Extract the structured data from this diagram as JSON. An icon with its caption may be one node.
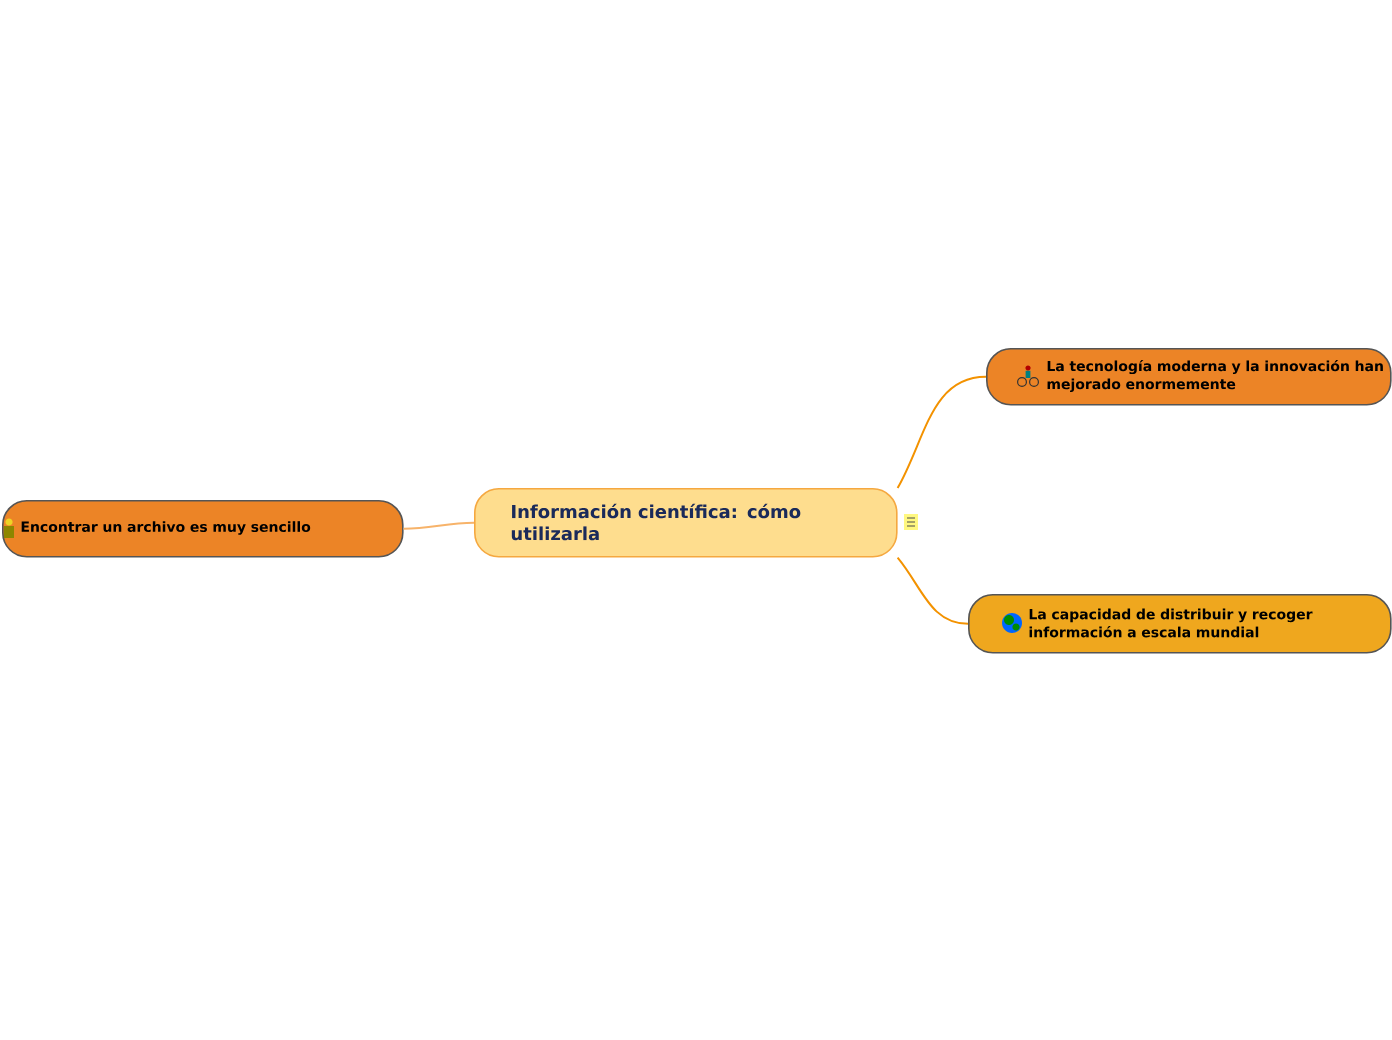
{
  "diagram": {
    "nodes": [
      {
        "text": [
          "Información científica: cómo utilizarla"
        ]
      },
      {
        "text": [
          "La tecnología moderna y la innovación han mejorado enormemente"
        ]
      },
      {
        "text": [
          "La capacidad de distribuir y recoger información a escala mundial"
        ]
      },
      {
        "text": [
          "Encontrar un archivo es muy sencillo"
        ]
      }
    ],
    "edges": [
      {
        "from": 0,
        "to": 1,
        "arrow": "none"
      },
      {
        "from": 0,
        "to": 2,
        "arrow": "none"
      },
      {
        "from": 0,
        "to": 3,
        "arrow": "none",
        "color": "#f7b36a"
      }
    ]
  }
}
